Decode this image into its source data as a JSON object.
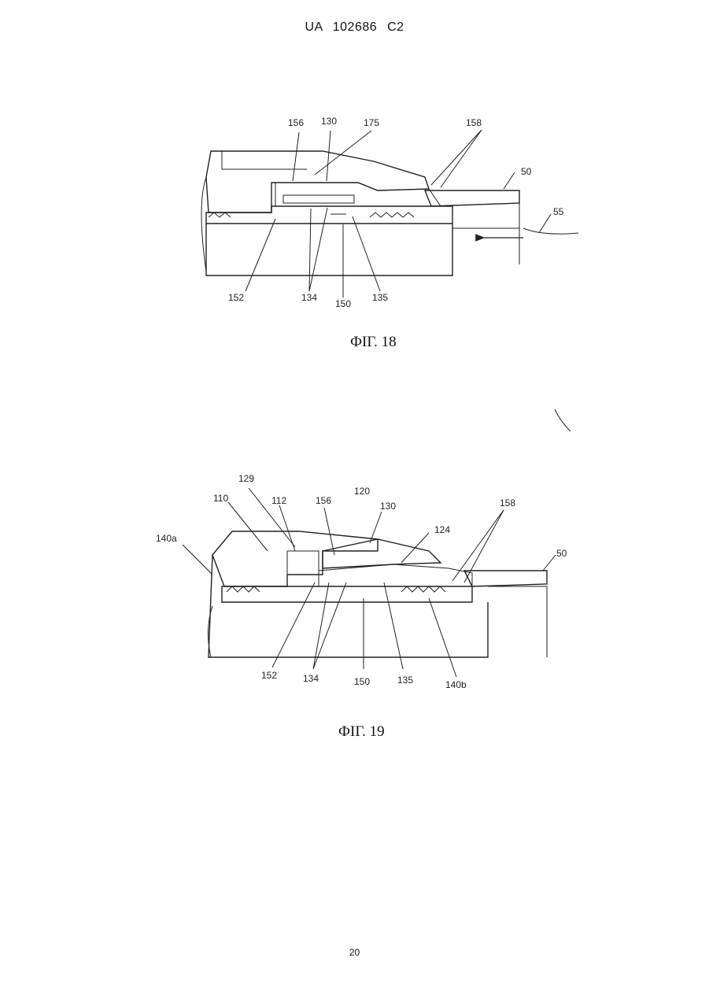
{
  "header": {
    "text": "UA   102686   C2"
  },
  "figures": [
    {
      "caption": "ФІГ. 18",
      "labels": {
        "l156": "156",
        "l130": "130",
        "l175": "175",
        "l158": "158",
        "l50": "50",
        "l55": "55",
        "l152": "152",
        "l134": "134",
        "l150": "150",
        "l135": "135"
      }
    },
    {
      "caption": "ФІГ. 19",
      "labels": {
        "l129": "129",
        "l110": "110",
        "l112": "112",
        "l156": "156",
        "l120": "120",
        "l130": "130",
        "l124": "124",
        "l158": "158",
        "l140a": "140a",
        "l50": "50",
        "l152": "152",
        "l134": "134",
        "l150": "150",
        "l135": "135",
        "l140b": "140b"
      }
    }
  ],
  "page_number": "20"
}
